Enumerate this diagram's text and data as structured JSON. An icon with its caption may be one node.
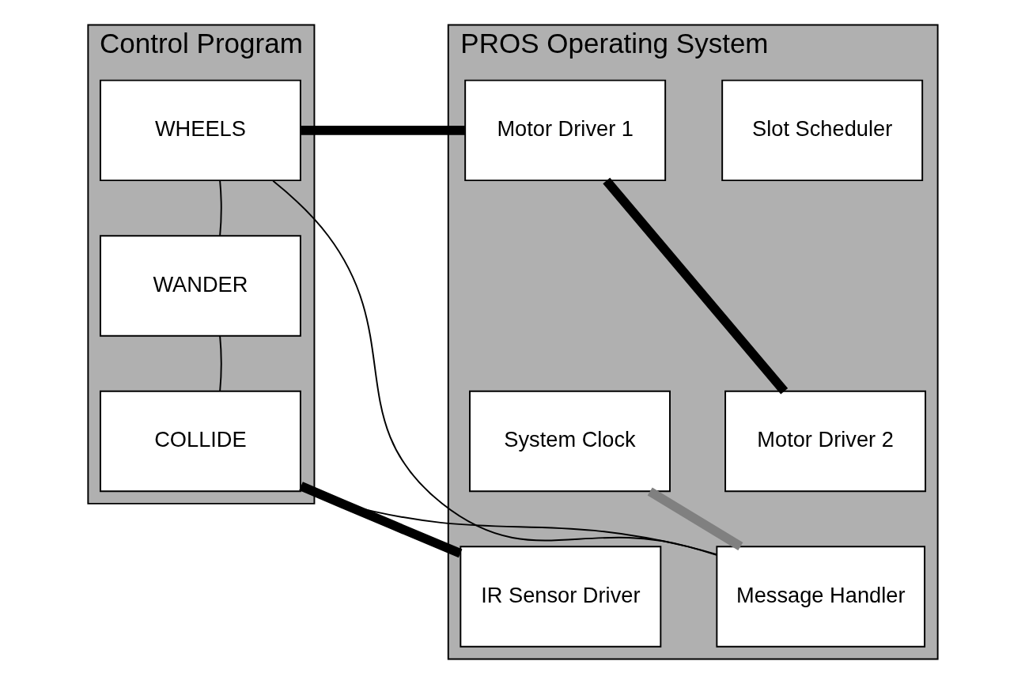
{
  "diagram": {
    "nodes": [
      {
        "text": [
          "Control Program"
        ]
      },
      {
        "text": [
          "WHEELS"
        ],
        "in": 0
      },
      {
        "text": [
          "WANDER"
        ],
        "in": 0
      },
      {
        "text": [
          "COLLIDE"
        ],
        "in": 0
      },
      {
        "text": [
          "PROS Operating System"
        ]
      },
      {
        "text": [
          "Slot Scheduler"
        ],
        "in": 4
      },
      {
        "text": [
          "Motor Driver 1"
        ],
        "in": 4
      },
      {
        "text": [
          "System Clock"
        ],
        "in": 4
      },
      {
        "text": [
          "Motor Driver 2"
        ],
        "in": 4
      },
      {
        "text": [
          "Message Handler"
        ],
        "in": 4
      },
      {
        "text": [
          "IR Sensor Driver"
        ],
        "in": 4
      }
    ],
    "edges": [
      {
        "from": 1,
        "to": 6,
        "arrow": "none",
        "style": "thick"
      },
      {
        "from": 6,
        "to": 8,
        "arrow": "none",
        "style": "thick"
      },
      {
        "from": 1,
        "to": 9,
        "arrow": "none"
      },
      {
        "from": 1,
        "to": 2,
        "arrow": "none"
      },
      {
        "from": 2,
        "to": 3,
        "arrow": "none"
      },
      {
        "from": 3,
        "to": 9,
        "arrow": "none"
      },
      {
        "from": 7,
        "to": 9,
        "arrow": "none",
        "style": "thick",
        "color": "#808080"
      },
      {
        "from": 3,
        "to": 10,
        "arrow": "none",
        "style": "thick"
      }
    ]
  }
}
